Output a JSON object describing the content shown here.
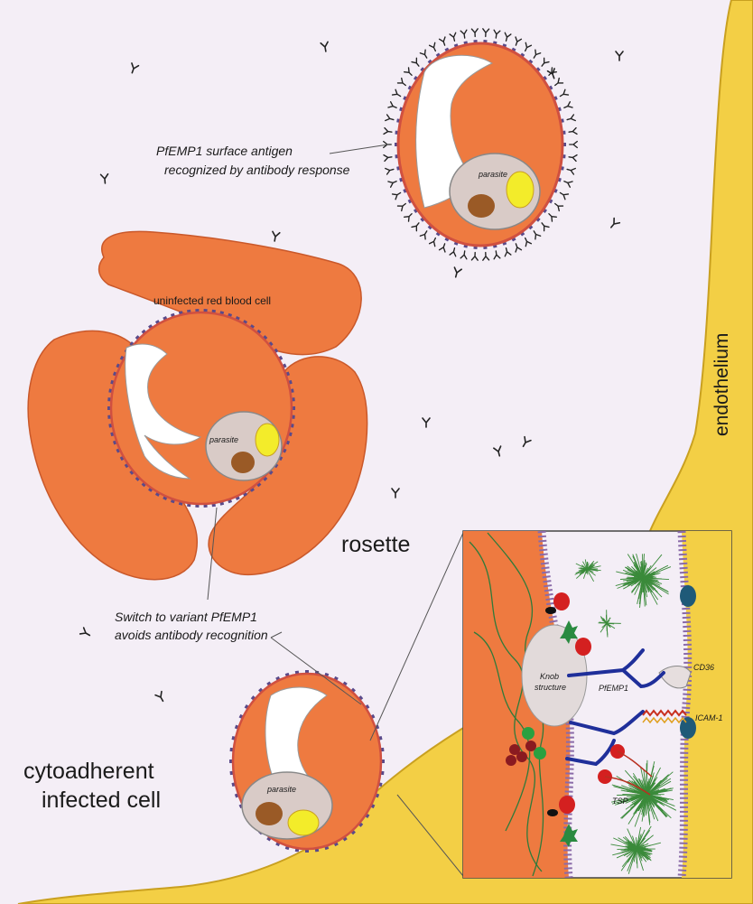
{
  "labels": {
    "antigen_line1": "PfEMP1 surface antigen",
    "antigen_line2": "recognized by antibody response",
    "parasite": "parasite",
    "uninfected": "uninfected red blood cell",
    "rosette": "rosette",
    "switch_line1": "Switch to variant PfEMP1",
    "switch_line2": "avoids antibody recognition",
    "cyto_line1": "cytoadherent",
    "cyto_line2": "infected cell",
    "endothelium": "endothelium",
    "knob_line1": "Knob",
    "knob_line2": "structure",
    "pfemp1": "PfEMP1",
    "cd36": "CD36",
    "icam1": "ICAM-1",
    "tsp": "TSP"
  },
  "colors": {
    "background": "#f4eef6",
    "rbc": "#ee7a40",
    "rbc_outline": "#c9582a",
    "endothelium": "#f3cf45",
    "membrane": "#d05040",
    "knob": "#5a4a8a",
    "cytoplasm_white": "#ffffff",
    "vacuole": "#d9cbc7",
    "nucleus_brown": "#9a5a26",
    "food_vacuole_yellow": "#f3ec2a",
    "pfemp1_blue": "#1f2f9a",
    "receptor_red": "#d42020",
    "receptor_teal": "#1f5a78",
    "matrix_green": "#3a8a3a",
    "inset_border": "#444444"
  },
  "icons": [
    "antibody-icon",
    "parasite-icon"
  ]
}
